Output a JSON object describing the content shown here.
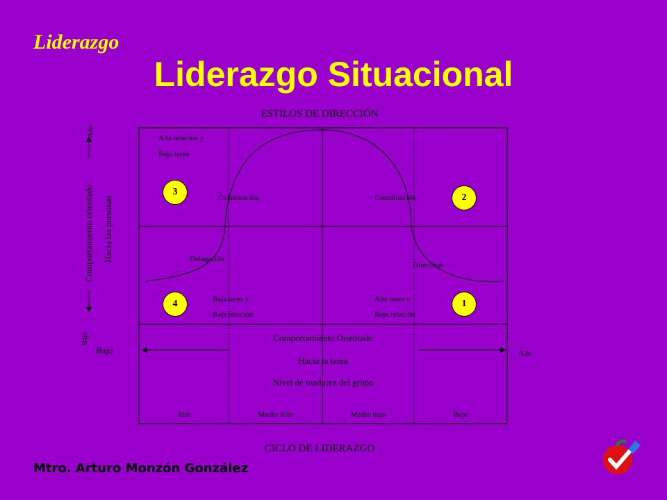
{
  "slide": {
    "header": "Liderazgo",
    "title": "Liderazgo Situacional",
    "top_label": "ESTILOS DE DIRECCIÓN",
    "bottom_label": "CICLO DE LIDERAZGO",
    "author": "Mtro. Arturo Monzón González"
  },
  "left_axis": {
    "alto": "Alto",
    "bajo": "Bajo",
    "line1": "Comportamiento orientado",
    "line2": "Hacia las personas"
  },
  "bottom_axis": {
    "bajo": "Bajo",
    "alto": "Alto",
    "line1": "Comportamiento Orientado",
    "line2": "Hacia la tarea",
    "line3": "Nivel de madurez del grupo"
  },
  "quadrants": {
    "q3": {
      "badge": "3",
      "text1": "Alta relación y",
      "text2": "Baja tarea",
      "label": "Colaboración"
    },
    "q2": {
      "badge": "2",
      "label": "Coordinación"
    },
    "q4": {
      "badge": "4",
      "text1": "Baja tarea y",
      "text2": "Baja relación",
      "label": "Delegación"
    },
    "q1": {
      "badge": "1",
      "text1": "Alta tarea y",
      "text2": "Baja relación",
      "label": "Dirección"
    }
  },
  "maturity_levels": [
    "Alto",
    "Medio Alto",
    "Medio bajo",
    "Bajo"
  ],
  "colors": {
    "background": "#9900cc",
    "title": "#ffff00",
    "badge": "#ffff00"
  }
}
